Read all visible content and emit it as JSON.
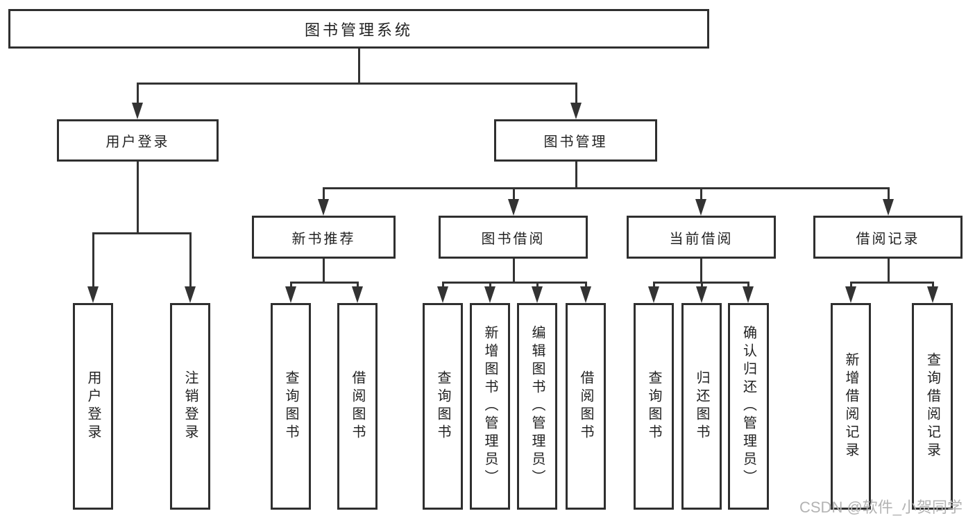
{
  "nodes": {
    "root": "图书管理系统",
    "level2": {
      "login": "用户登录",
      "manage": "图书管理"
    },
    "level3": {
      "recommend": "新书推荐",
      "borrow": "图书借阅",
      "current": "当前借阅",
      "records": "借阅记录"
    },
    "leaves": {
      "login": [
        "用户登录",
        "注销登录"
      ],
      "recommend": [
        "查询图书",
        "借阅图书"
      ],
      "borrow": [
        "查询图书",
        "新增图书（管理员）",
        "编辑图书（管理员）",
        "借阅图书"
      ],
      "current": [
        "查询图书",
        "归还图书",
        "确认归还（管理员）"
      ],
      "records": [
        "新增借阅记录",
        "查询借阅记录"
      ]
    }
  },
  "watermark": "CSDN @软件_小贺同学",
  "colors": {
    "line": "#333333",
    "border": "#2f2f2f",
    "text": "#222222",
    "watermark": "#b3b3b3",
    "background": "#ffffff"
  }
}
